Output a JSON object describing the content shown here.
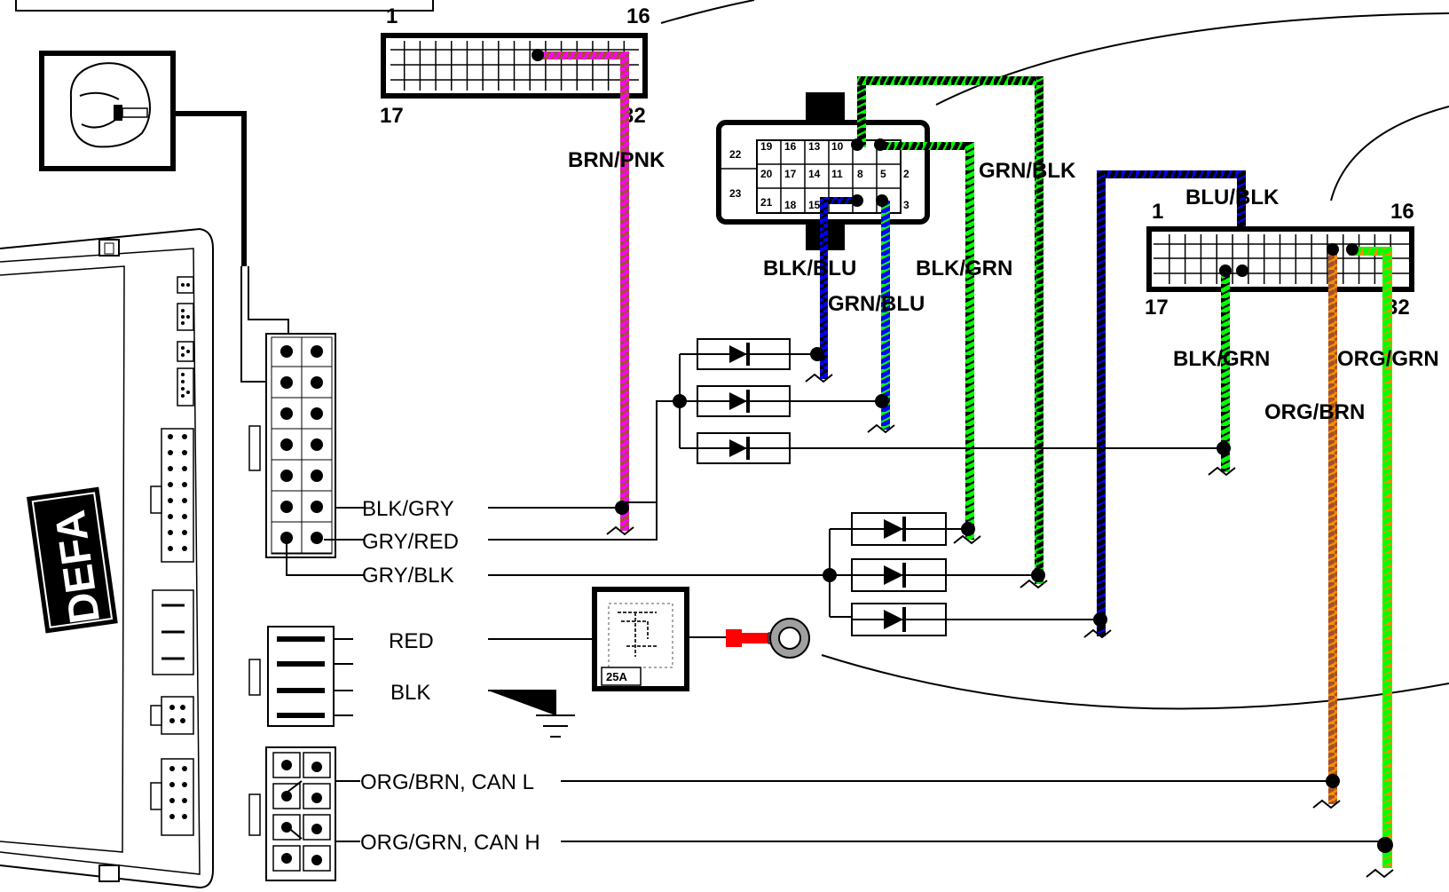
{
  "module": {
    "brand": "DEFA",
    "fuse_rating": "25A"
  },
  "connector_a": {
    "pin_first": "1",
    "pin_last_top": "16",
    "pin_first_bottom": "17",
    "pin_last": "32"
  },
  "connector_b": {
    "pins": [
      "22",
      "19",
      "16",
      "13",
      "10",
      "20",
      "17",
      "14",
      "11",
      "8",
      "5",
      "2",
      "23",
      "21",
      "18",
      "15",
      "3"
    ]
  },
  "connector_c": {
    "pin_first": "1",
    "pin_last_top": "16",
    "pin_first_bottom": "17",
    "pin_last": "32"
  },
  "wire_labels": {
    "brn_pnk": "BRN/PNK",
    "grn_blk": "GRN/BLK",
    "blu_blk": "BLU/BLK",
    "blk_blu": "BLK/BLU",
    "blk_grn_1": "BLK/GRN",
    "grn_blu": "GRN/BLU",
    "blk_grn_2": "BLK/GRN",
    "org_grn": "ORG/GRN",
    "org_brn": "ORG/BRN"
  },
  "module_wires": {
    "blk_gry": "BLK/GRY",
    "gry_red": "GRY/RED",
    "gry_blk": "GRY/BLK",
    "red": "RED",
    "blk": "BLK",
    "can_l": "ORG/BRN, CAN L",
    "can_h": "ORG/GRN, CAN H"
  },
  "colors": {
    "brown": "#a0522d",
    "pink": "#ff00ff",
    "green": "#00ff00",
    "black": "#000000",
    "blue": "#0000ff",
    "orange": "#ff8c00",
    "red": "#ff0000",
    "grey": "#a0a0a0"
  }
}
